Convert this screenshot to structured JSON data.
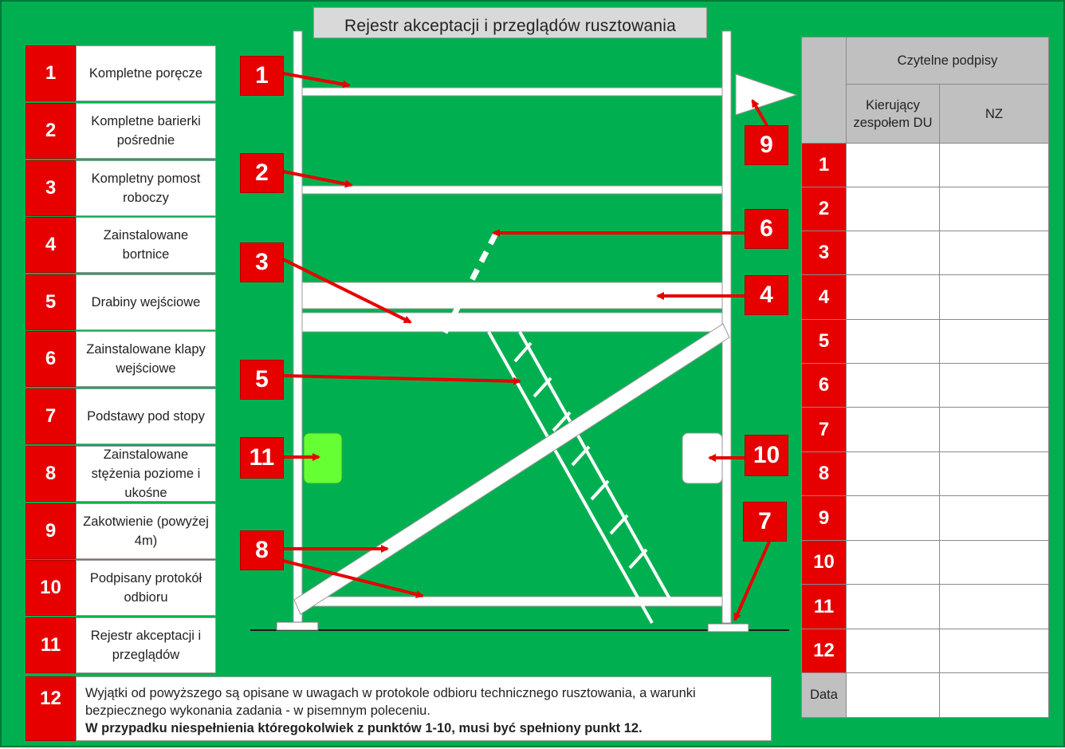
{
  "title": "Rejestr akceptacji i przeglądów rusztowania",
  "checklist": [
    {
      "num": "1",
      "label": "Kompletne poręcze"
    },
    {
      "num": "2",
      "label": "Kompletne barierki pośrednie"
    },
    {
      "num": "3",
      "label": "Kompletny pomost roboczy"
    },
    {
      "num": "4",
      "label": "Zainstalowane bortnice"
    },
    {
      "num": "5",
      "label": "Drabiny wejściowe"
    },
    {
      "num": "6",
      "label": "Zainstalowane klapy wejściowe"
    },
    {
      "num": "7",
      "label": "Podstawy pod stopy"
    },
    {
      "num": "8",
      "label": "Zainstalowane stężenia poziome i ukośne"
    },
    {
      "num": "9",
      "label": "Zakotwienie (powyżej 4m)"
    },
    {
      "num": "10",
      "label": "Podpisany protokół odbioru"
    },
    {
      "num": "11",
      "label": "Rejestr akceptacji i przeglądów"
    }
  ],
  "note": {
    "num": "12",
    "line1": "Wyjątki od powyższego są opisane w uwagach w protokole odbioru technicznego rusztowania, a  warunki",
    "line2": "bezpiecznego  wykonania zadania - w pisemnym poleceniu.",
    "line3": "W przypadku  niespełnienia  któregokolwiek  z punktów 1-10, musi być spełniony punkt 12."
  },
  "badges": [
    "1",
    "2",
    "3",
    "4",
    "5",
    "6",
    "7",
    "8",
    "9",
    "10",
    "11"
  ],
  "signatures": {
    "header": "Czytelne podpisy",
    "col1": "Kierujący zespołem DU",
    "col2": "NZ",
    "rows": [
      "1",
      "2",
      "3",
      "4",
      "5",
      "6",
      "7",
      "8",
      "9",
      "10",
      "11",
      "12"
    ],
    "date_label": "Data"
  },
  "colors": {
    "background": "#00b050",
    "badge": "#e60000",
    "header_gray": "#c0c0c0",
    "green_box": "#66ff33"
  }
}
